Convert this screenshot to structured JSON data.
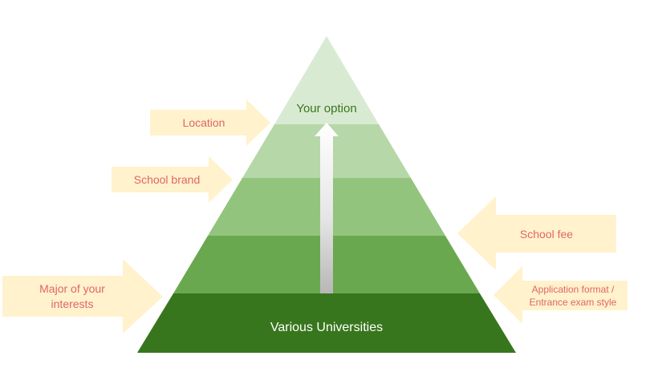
{
  "pyramid": {
    "top_label": "Your option",
    "base_label": "Various Universities",
    "layer_colors": [
      "#d9ead3",
      "#b6d7a8",
      "#93c47d",
      "#6aa84f",
      "#38761d"
    ]
  },
  "factors_left": [
    {
      "label": "Location"
    },
    {
      "label": "School brand"
    },
    {
      "label_lines": [
        "Major of your",
        "interests"
      ]
    }
  ],
  "factors_right": [
    {
      "label": "School fee"
    },
    {
      "label_lines": [
        "Application format /",
        "Entrance exam style"
      ]
    }
  ],
  "colors": {
    "arrow_fill": "#fff2cc",
    "arrow_text": "#e06666",
    "top_text": "#38761d",
    "base_text": "#ffffff"
  }
}
